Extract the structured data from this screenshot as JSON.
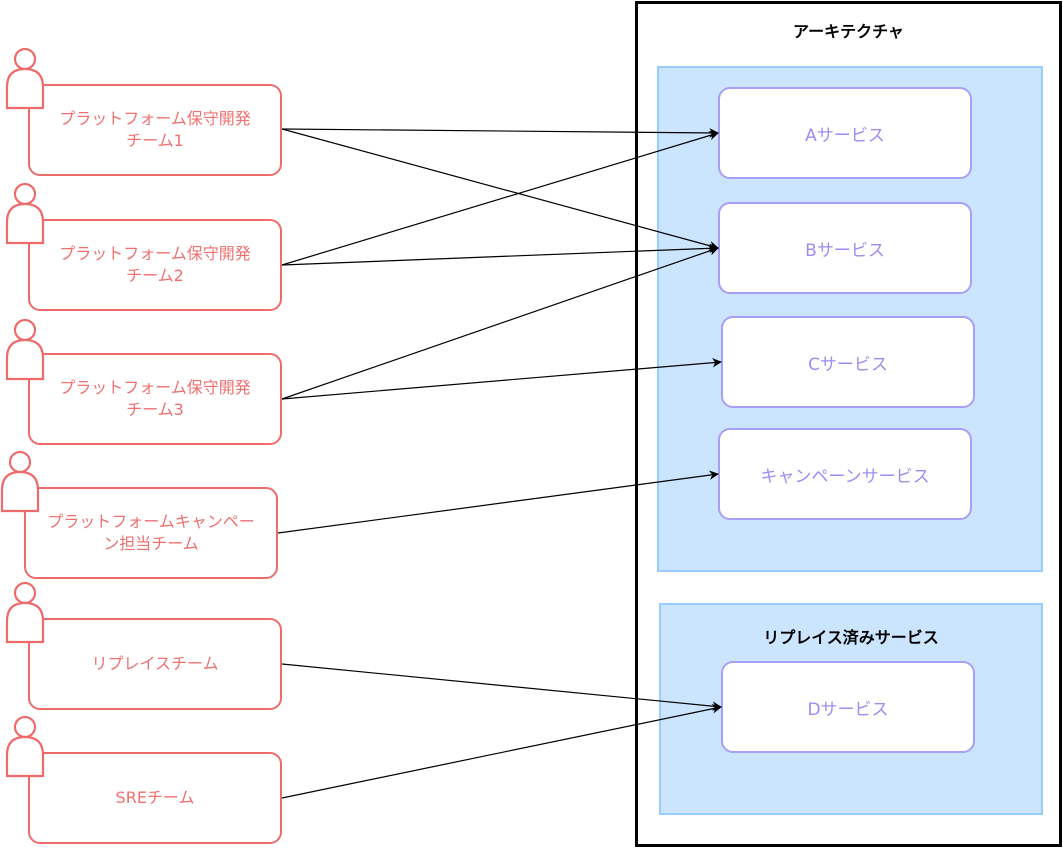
{
  "architecture": {
    "title": "アーキテクチャ",
    "active_group": {
      "services": [
        {
          "label": "Aサービス"
        },
        {
          "label": "Bサービス"
        },
        {
          "label": "Cサービス"
        },
        {
          "label": "キャンペーンサービス"
        }
      ]
    },
    "replaced_group": {
      "title": "リプレイス済みサービス",
      "services": [
        {
          "label": "Dサービス"
        }
      ]
    }
  },
  "teams": [
    {
      "lines": [
        "プラットフォーム保守開発",
        "チーム1"
      ]
    },
    {
      "lines": [
        "プラットフォーム保守開発",
        "チーム2"
      ]
    },
    {
      "lines": [
        "プラットフォーム保守開発",
        "チーム3"
      ]
    },
    {
      "lines": [
        "プラットフォームキャンペー",
        "ン担当チーム"
      ]
    },
    {
      "lines": [
        "リプレイスチーム"
      ]
    },
    {
      "lines": [
        "SREチーム"
      ]
    }
  ],
  "colors": {
    "team_border": "#ee6b6b",
    "team_text": "#f07070",
    "service_border": "#a79ef5",
    "service_text": "#9a8ff0",
    "group_fill": "#cce5ff",
    "group_border": "#99ccff"
  }
}
